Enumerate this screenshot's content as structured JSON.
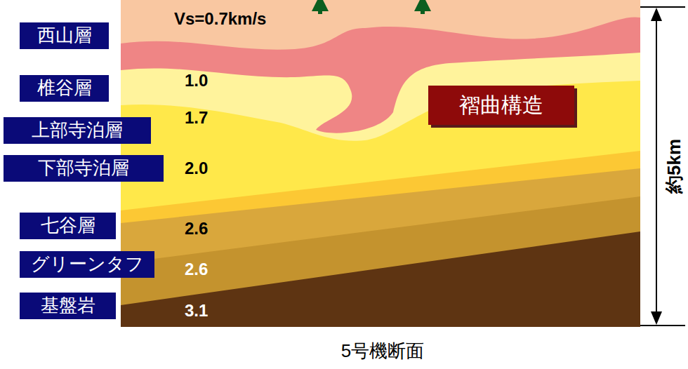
{
  "diagram": {
    "caption": "5号機断面",
    "nodes": [
      {
        "text": [
          "西山層"
        ]
      },
      {
        "text": [
          "椎谷層"
        ]
      },
      {
        "text": [
          "上部寺泊層"
        ]
      },
      {
        "text": [
          "下部寺泊層"
        ]
      },
      {
        "text": [
          "七谷層"
        ]
      },
      {
        "text": [
          "グリーンタフ"
        ]
      },
      {
        "text": [
          "基盤岩"
        ]
      },
      {
        "text": [
          "褶曲構造"
        ]
      }
    ],
    "labels": [
      "Vs=0.7km/s",
      "1.0",
      "1.7",
      "2.0",
      "2.6",
      "2.6",
      "3.1",
      "約5km"
    ]
  }
}
